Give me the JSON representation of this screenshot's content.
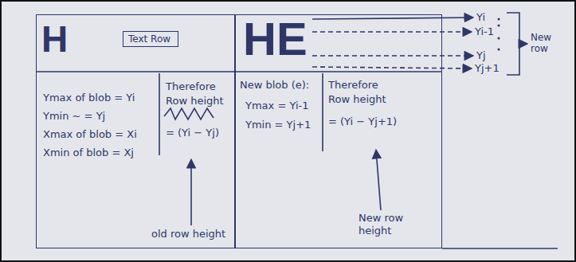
{
  "diagram": {
    "nodes": [
      {
        "text": [
          "Ymax of blob = Yi",
          "Ymin ~ = Yj",
          "Xmax of blob = Xi",
          "Xmin of blob = Xj",
          "Therefore",
          "Row height",
          "= (Yi − Yj)"
        ]
      },
      {
        "text": [
          "Text Row"
        ],
        "in": 0
      },
      {
        "text": [
          "New blob (e):",
          "Ymax = Yi-1",
          "Ymin = Yj+1",
          "Therefore",
          "Row height",
          "= (Yi − Yj+1)"
        ]
      }
    ],
    "edges": [],
    "labels": [
      "H",
      "HE",
      "Yi",
      "Yi-1",
      "Yj",
      "Yj+1",
      "New row",
      "old row height",
      "New row height"
    ]
  }
}
